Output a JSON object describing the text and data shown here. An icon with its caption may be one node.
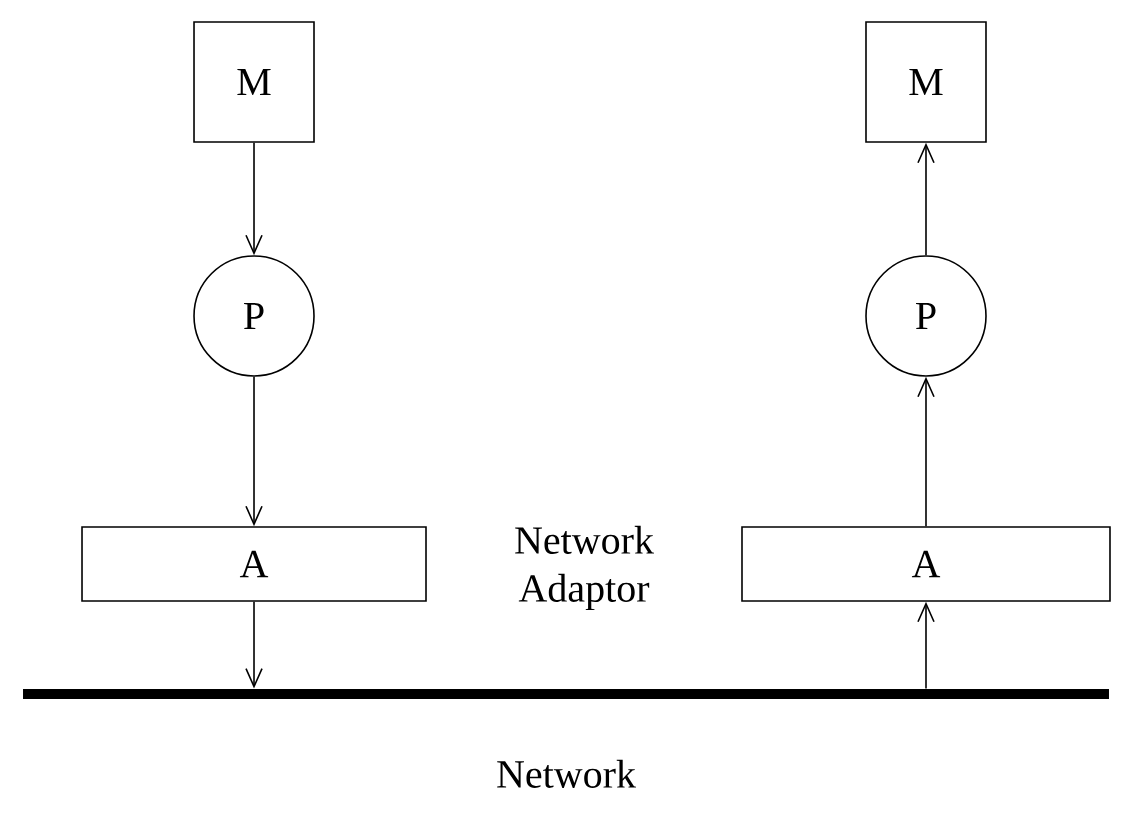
{
  "diagram": {
    "nodes": [
      {
        "text": [
          "M"
        ]
      },
      {
        "text": [
          "P"
        ]
      },
      {
        "text": [
          "A"
        ]
      },
      {
        "text": [
          "M"
        ]
      },
      {
        "text": [
          "P"
        ]
      },
      {
        "text": [
          "A"
        ]
      },
      {
        "text": [
          "Network"
        ]
      }
    ],
    "edges": [
      {
        "from": 0,
        "to": 1,
        "arrow": "to"
      },
      {
        "from": 1,
        "to": 2,
        "arrow": "to"
      },
      {
        "from": 2,
        "to": 6,
        "arrow": "to"
      },
      {
        "from": 6,
        "to": 5,
        "arrow": "to"
      },
      {
        "from": 5,
        "to": 4,
        "arrow": "to"
      },
      {
        "from": 4,
        "to": 3,
        "arrow": "to"
      }
    ],
    "labels": [
      "Network Adaptor"
    ]
  }
}
